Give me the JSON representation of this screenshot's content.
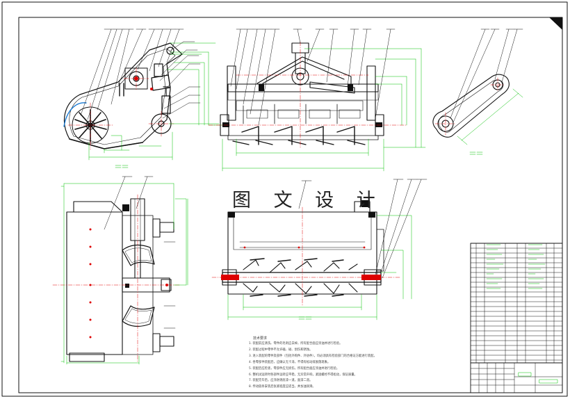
{
  "watermark": "图 文 设 计",
  "colors": {
    "outline": "#111111",
    "dimension": "#00c000",
    "centerline": "#e00000",
    "callout": "#222222"
  },
  "notes": {
    "title": "技术要求",
    "items": [
      "1. 装配前应清洗、零件的毛刺应去掉，所有配合面应涂油并进行检验。",
      "2. 装配过程中零件不允许磕、碰、划伤和锈蚀。",
      "3. 进入装配的零件及部件（包括外购件、外协件），均必须具有检验部门的合格证方能进行装配。",
      "4. 各零部件装配后，应确认无卡滞，不得有松动或脱落现象。",
      "5. 装配后应检查，零部件应无损伤，所有配合面应涂油并进行检验。",
      "6. 整机试运转时各部件运转应平稳，无异常声响，紧固螺栓不得松动，保证质量。",
      "7. 装配完毕后，应涂防锈底漆一道，面漆二道。",
      "8. 传动链条安装后张紧程度应适当，并加油润滑。"
    ]
  }
}
